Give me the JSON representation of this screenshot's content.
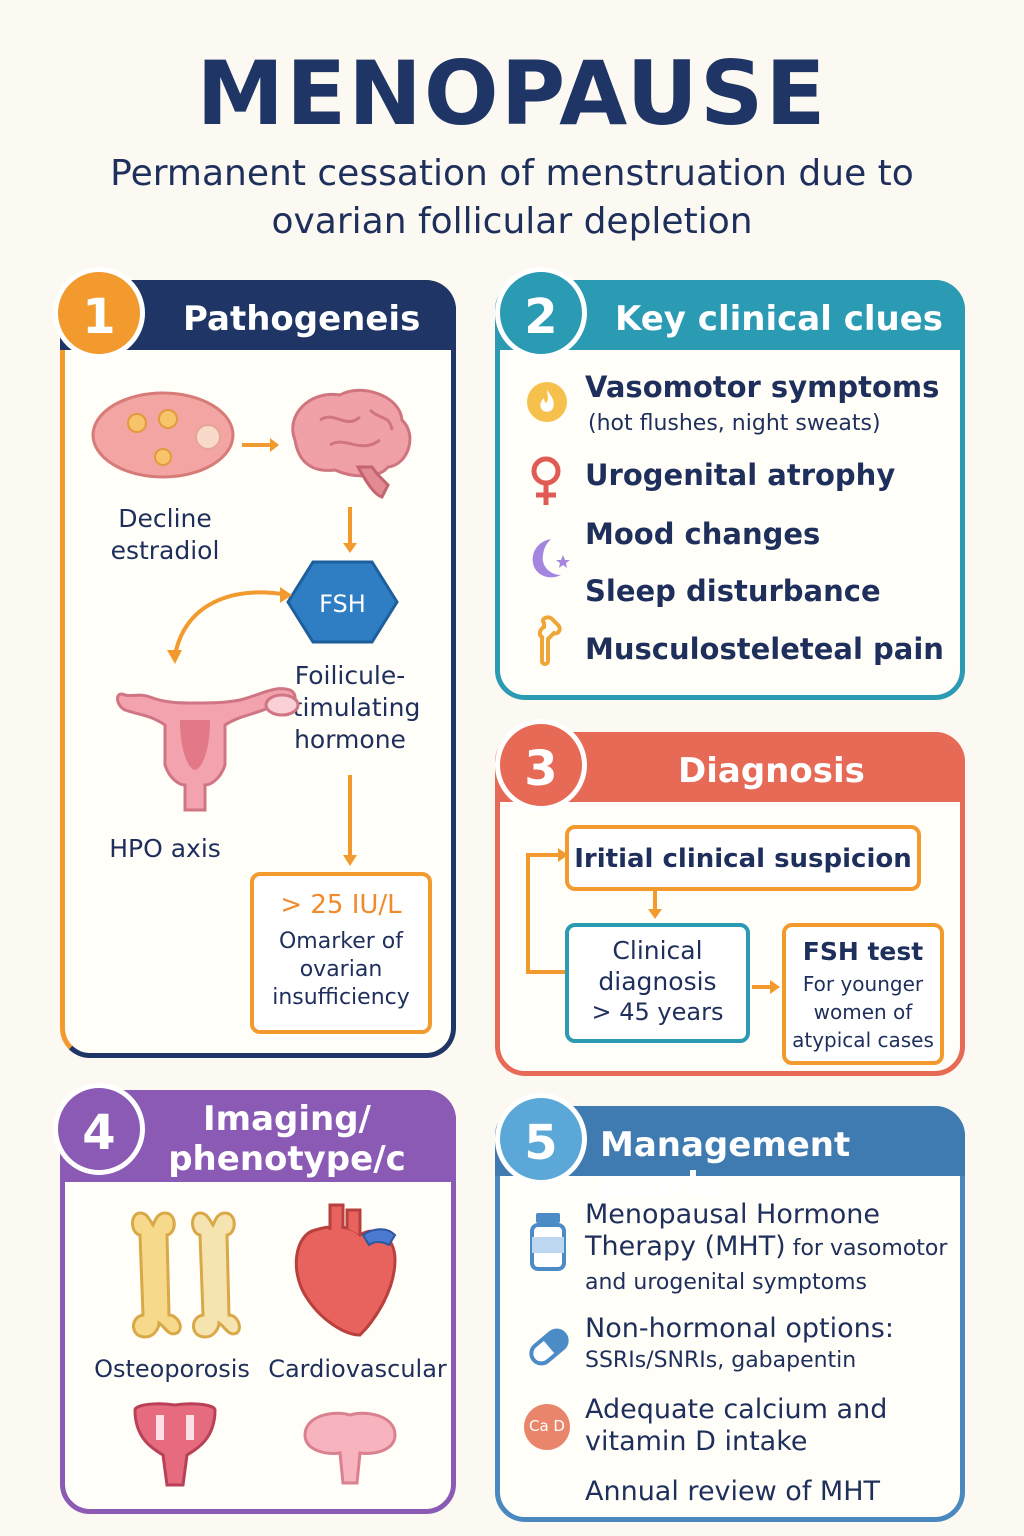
{
  "title": "MENOPAUSE",
  "subtitle": "Permanent cessation of menstruation due to ovarian follicular depletion",
  "panel1": {
    "number": "1",
    "title": "Pathogeneis",
    "decline_label": "Decline estradiol",
    "fsh_badge": "FSH",
    "fsh_full": "Foilicule- stimulating hormone",
    "hpo_label": "HPO axis",
    "threshold": "> 25 IU/L",
    "marker_text": "Omarker of ovarian insufficiency"
  },
  "panel2": {
    "number": "2",
    "title": "Key clinical clues",
    "clues": [
      {
        "label": "Vasomotor symptoms",
        "sub": "(hot flushes, night sweats)",
        "icon": "flame-icon"
      },
      {
        "label": "Urogenital atrophy",
        "icon": "female-symbol-icon"
      },
      {
        "label": "Mood changes",
        "icon": "moon-icon"
      },
      {
        "label": "Sleep disturbance"
      },
      {
        "label": "Musculosteleteal pain",
        "icon": "joint-icon"
      }
    ]
  },
  "panel3": {
    "number": "3",
    "title": "Diagnosis",
    "initial": "Iritial clinical suspicion",
    "clinical": "Clinical diagnosis",
    "clinical_age": "> 45 years",
    "fsh_test": "FSH test",
    "fsh_test_sub": "For younger women of atypical cases"
  },
  "panel4": {
    "number": "4",
    "title": "Imaging/ phenotype/c",
    "bone_label": "Osteoporosis",
    "heart_label": "Cardiovascular"
  },
  "panel5": {
    "number": "5",
    "title": "Management pearls",
    "items": [
      {
        "bold": "Menopausal Hormone Therapy (MHT)",
        "rest": " for vasomotor and urogenital symptoms",
        "icon": "bottle-icon"
      },
      {
        "bold": "Non-hormonal options:",
        "rest": "SSRIs/SNRIs, gabapentin",
        "icon": "pill-icon"
      },
      {
        "bold": "Adequate calcium and vitamin D intake",
        "rest": "",
        "icon": "calcium-icon",
        "icon_text": "Ca D"
      },
      {
        "bold": "Annual review of MHT",
        "rest": ""
      }
    ]
  },
  "colors": {
    "navy": "#1f3566",
    "orange": "#f39a2e",
    "teal": "#2b9ab3",
    "coral": "#e66a55",
    "purple": "#8a5ab5",
    "blue": "#3f7ab0"
  }
}
